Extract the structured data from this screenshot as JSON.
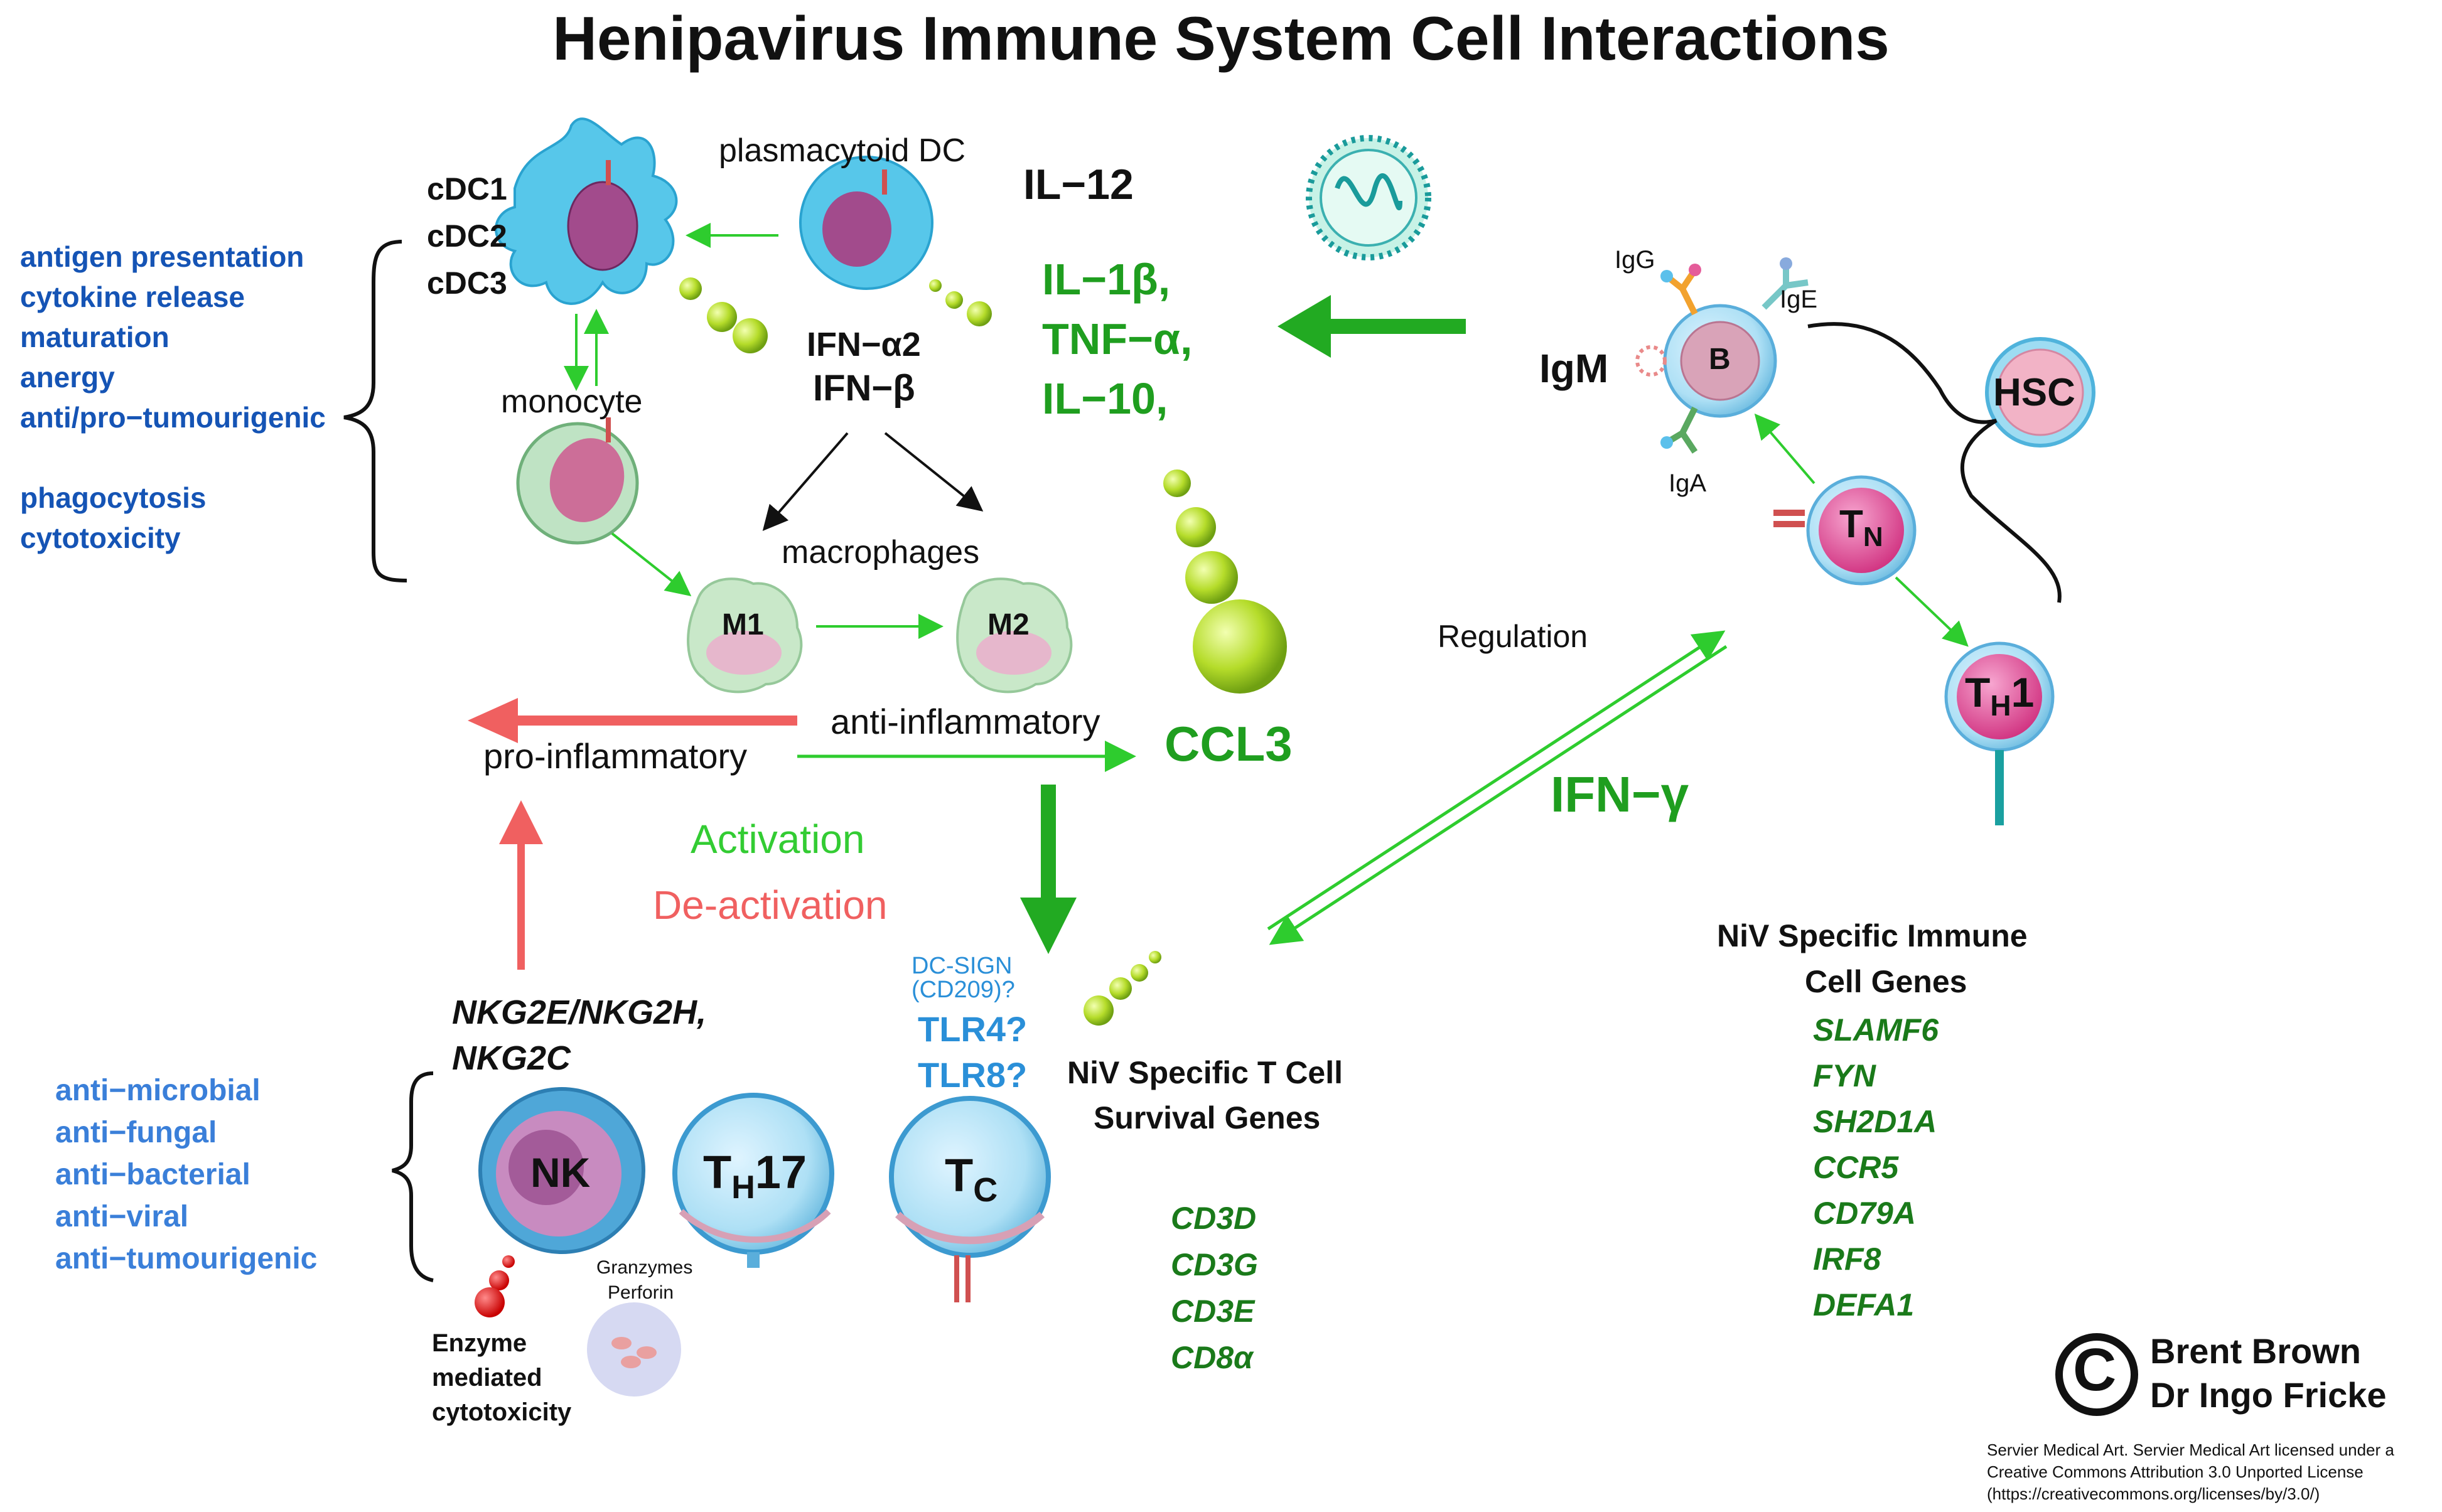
{
  "title": "Henipavirus Immune System Cell Interactions",
  "colors": {
    "green_label": "#1f9e1f",
    "light_green": "#33cc33",
    "blue_function": "#1554b5",
    "light_blue": "#3a7fd9",
    "red": "#f06060",
    "cyan_receptor": "#2a8fd8"
  },
  "dc_labels": {
    "cdc1": "cDC1",
    "cdc2": "cDC2",
    "cdc3": "cDC3"
  },
  "labels": {
    "plasmacytoid": "plasmacytoid DC",
    "monocyte": "monocyte",
    "macrophages": "macrophages",
    "m1": "M1",
    "m2": "M2",
    "pro_inflammatory": "pro-inflammatory",
    "anti_inflammatory": "anti-inflammatory",
    "activation": "Activation",
    "deactivation": "De-activation",
    "regulation": "Regulation",
    "ccl3": "CCL3",
    "ifn_gamma": "IFN−γ",
    "enzyme_cytotox": [
      "Enzyme",
      "mediated",
      "cytotoxicity"
    ],
    "granzymes": "Granzymes",
    "perforin": "Perforin"
  },
  "ifn_type1": [
    "IFN−α2",
    "IFN−β"
  ],
  "il12": "IL−12",
  "cytokines": [
    "IL−1β,",
    "TNF−α,",
    "IL−10,"
  ],
  "dc_functions": [
    "antigen presentation",
    "cytokine  release",
    "maturation",
    "anergy",
    "anti/pro−tumourigenic",
    "phagocytosis",
    "cytotoxicity"
  ],
  "nk_functions": [
    "anti−microbial",
    "anti−fungal",
    "anti−bacterial",
    "anti−viral",
    "anti−tumourigenic"
  ],
  "nk_receptors": [
    "NKG2E/NKG2H,",
    "NKG2C"
  ],
  "receptors": {
    "dcsign": [
      "DC-SIGN",
      "(CD209)?"
    ],
    "tlr4": "TLR4?",
    "tlr8": "TLR8?"
  },
  "cells": {
    "b": "B",
    "hsc": "HSC",
    "nk": "NK",
    "tn": {
      "main": "T",
      "sub": "N"
    },
    "th1": {
      "main": "T",
      "sub": "H",
      "suffix": "1"
    },
    "th17": {
      "main": "T",
      "sub": "H",
      "suffix": "17"
    },
    "tc": {
      "main": "T",
      "sub": "C"
    }
  },
  "antibodies": {
    "igg": "IgG",
    "ige": "IgE",
    "igm": "IgM",
    "iga": "IgA"
  },
  "tcell_genes": {
    "header": [
      "NiV Specific T Cell",
      "Survival Genes"
    ],
    "genes": [
      "CD3D",
      "CD3G",
      "CD3E",
      "CD8α"
    ]
  },
  "immune_genes": {
    "header": [
      "NiV Specific Immune",
      "Cell Genes"
    ],
    "genes": [
      "SLAMF6",
      "FYN",
      "SH2D1A",
      "CCR5",
      "CD79A",
      "IRF8",
      "DEFA1"
    ]
  },
  "copyright": {
    "symbol": "©",
    "names": [
      "Brent Brown",
      "Dr Ingo Fricke"
    ]
  },
  "license": [
    "Servier Medical Art. Servier Medical Art licensed under a",
    "Creative Commons Attribution 3.0 Unported License",
    "(https://creativecommons.org/licenses/by/3.0/)"
  ]
}
